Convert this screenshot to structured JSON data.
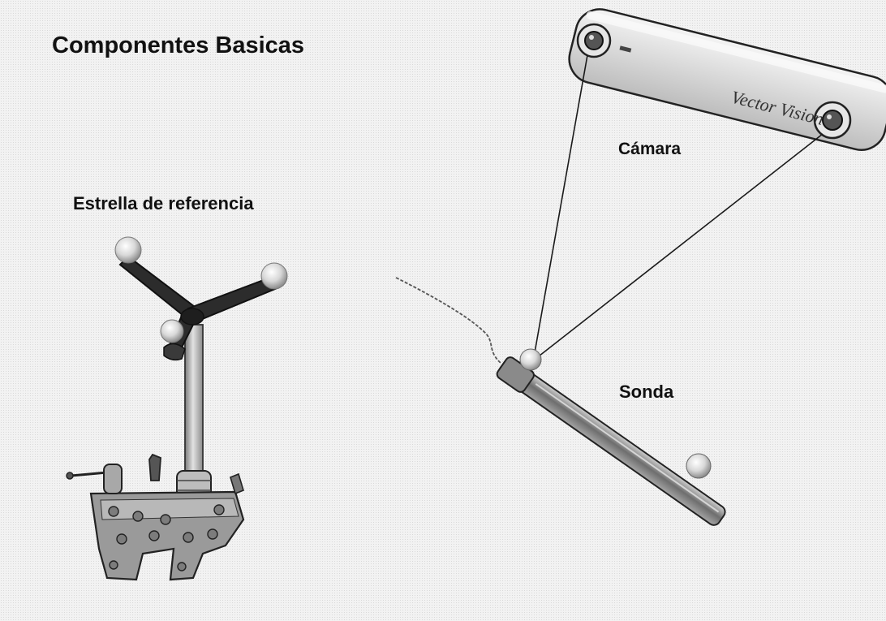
{
  "diagram": {
    "title": "Componentes Basicas",
    "labels": {
      "reference_star": "Estrella de referencia",
      "camera": "Cámara",
      "probe": "Sonda"
    },
    "camera_brand": "Vector Vision"
  },
  "colors": {
    "background": "#f2f2f2",
    "ink": "#111111",
    "metal": "#9a9a9a",
    "marker": "#d9d9d9"
  }
}
